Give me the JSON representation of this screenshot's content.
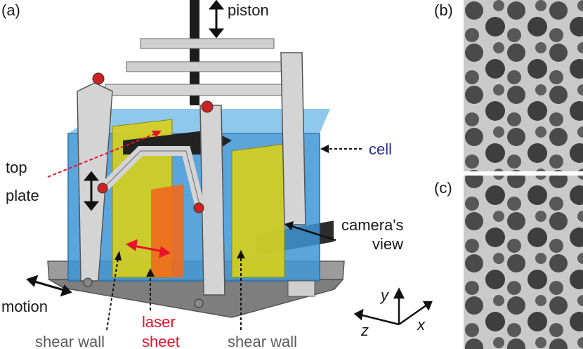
{
  "panels": {
    "a": "(a)",
    "b": "(b)",
    "c": "(c)"
  },
  "labels": {
    "piston": "piston",
    "cell": "cell",
    "top_plate_line1": "top",
    "top_plate_line2": "plate",
    "camera_line1": "camera's",
    "camera_line2": "view",
    "motion": "motion",
    "shear_wall_left": "shear wall",
    "laser_line1": "laser",
    "laser_line2": "sheet",
    "shear_wall_right": "shear wall"
  },
  "axes": {
    "x": "x",
    "y": "y",
    "z": "z"
  },
  "colors": {
    "text_dark": "#1a1a1a",
    "cell_blue": "#2b2e8c",
    "laser_red": "#e8132a",
    "shear_wall_grey": "#5a5a5a",
    "water": "#3d96d6",
    "shear_wall_fill": "#d8cf1a",
    "laser_fill": "#f06a1e",
    "frame": "#d4d4d4"
  }
}
